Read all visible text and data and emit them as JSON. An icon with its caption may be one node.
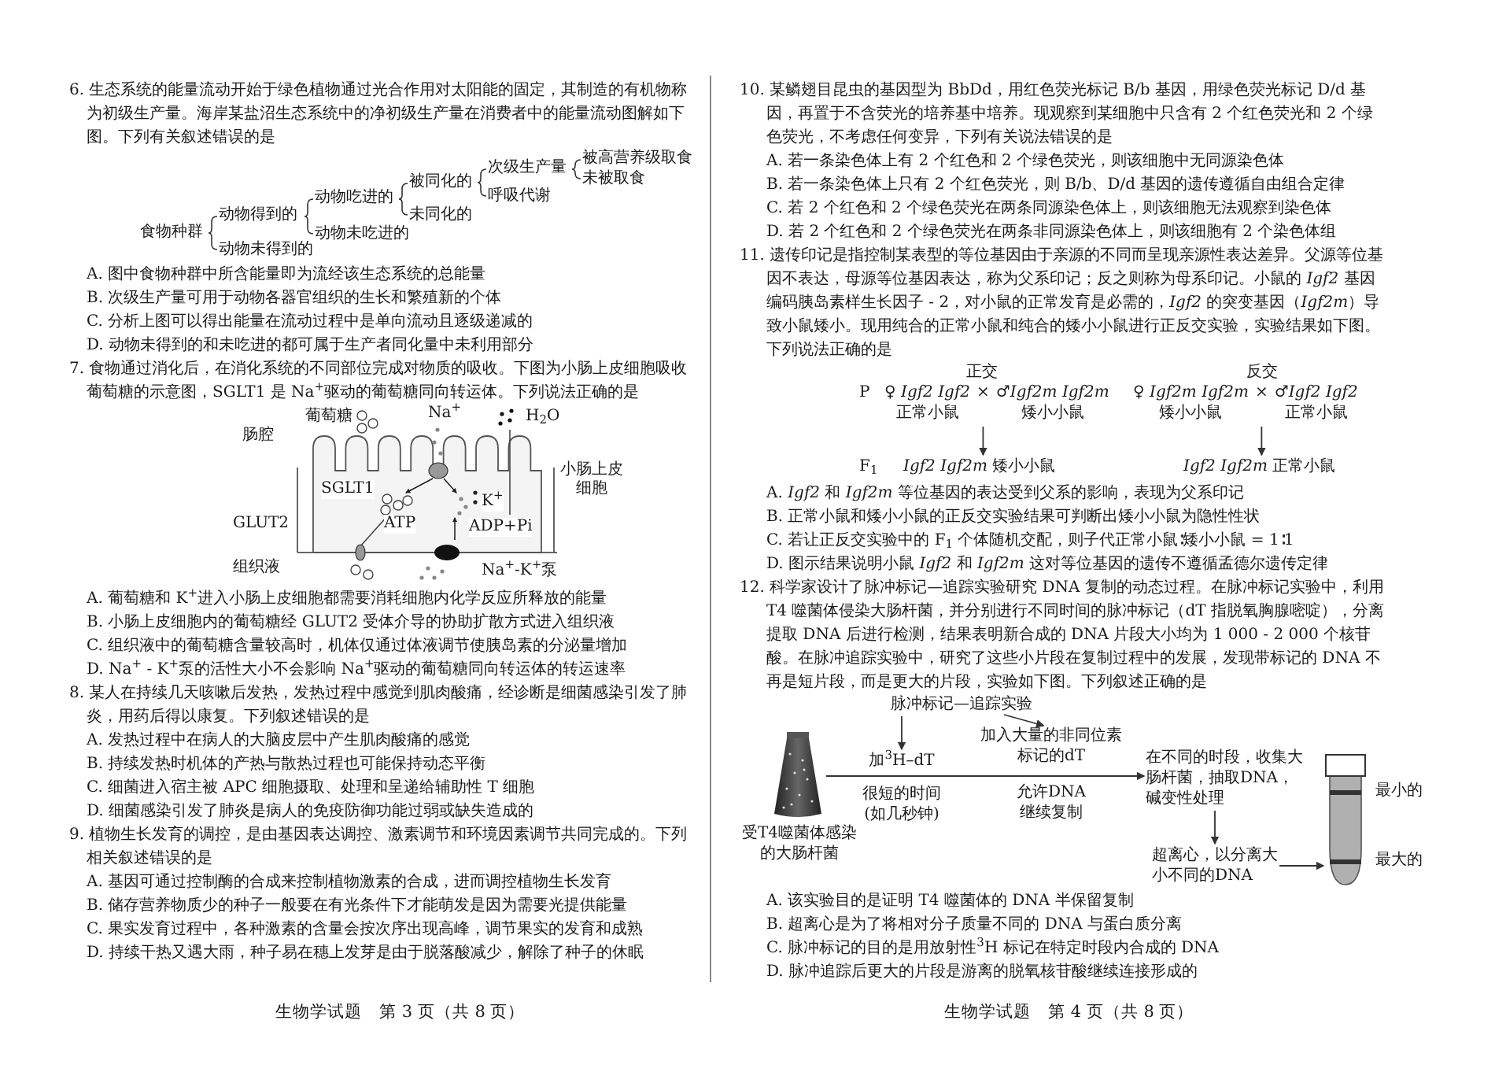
{
  "diagram": {
    "nodes": [
      {
        "text": [
          "♀ *Igf2 Igf2*",
          "正常小鼠",
          "×",
          "♂*Igf2m Igf2m*",
          "矮小小鼠"
        ]
      },
      {
        "text": [
          "*Igf2 Igf2m* 矮小小鼠"
        ]
      },
      {
        "text": [
          "♀ *Igf2m Igf2m*",
          "矮小小鼠",
          "×",
          "♂*Igf2 Igf2*",
          "正常小鼠"
        ]
      },
      {
        "text": [
          "*Igf2 Igf2m* 正常小鼠"
        ]
      },
      {
        "text": [
          "脉冲标记—追踪实验"
        ]
      },
      {
        "text": [],
        "shape": "picture",
        "beside": [
          "受T4噬菌体感染的大肠杆菌"
        ]
      },
      {
        "text": [
          "加$^{3}$H–dT",
          "很短的时间(如几秒钟)"
        ]
      },
      {
        "text": [
          "加入大量的非同位素标记的dT",
          "允许DNA继续复制"
        ]
      },
      {
        "text": [
          "在不同的时段，收集大肠杆菌，抽取DNA，碱变性处理"
        ]
      },
      {
        "text": [
          "超离心，以分离大小不同的DNA"
        ]
      },
      {
        "text": [],
        "shape": "picture",
        "beside": [
          "最小的",
          "最大的"
        ]
      }
    ],
    "edges": [
      {
        "from": 0,
        "to": 1,
        "arrow": "to"
      },
      {
        "from": 2,
        "to": 3,
        "arrow": "to"
      },
      {
        "from": 4,
        "to": 6,
        "arrow": "to"
      },
      {
        "from": 4,
        "to": 7,
        "arrow": "to"
      },
      {
        "from": 5,
        "to": 8,
        "arrow": "to"
      },
      {
        "from": 8,
        "to": 9,
        "arrow": "to"
      },
      {
        "from": 9,
        "to": 10,
        "arrow": "to"
      }
    ],
    "labels": [
      "6. 生态系统的能量流动开始于绿色植物通过光合作用对太阳能的固定，其制造的有机物称为初级生产量。海岸某盐沼生态系统中的净初级生产量在消费者中的能量流动图解如下图。下列有关叙述错误的是",
      "食物种群",
      "动物得到的",
      "动物未得到的",
      "动物吃进的",
      "动物未吃进的",
      "被同化的",
      "未同化的",
      "次级生产量",
      "呼吸代谢",
      "被高营养级取食",
      "未被取食",
      "A. 图中食物种群中所含能量即为流经该生态系统的总能量",
      "B. 次级生产量可用于动物各器官组织的生长和繁殖新的个体",
      "C. 分析上图可以得出能量在流动过程中是单向流动且逐级递减的",
      "D. 动物未得到的和未吃进的都可属于生产者同化量中未利用部分",
      "7. 食物通过消化后，在消化系统的不同部位完成对物质的吸收。下图为小肠上皮细胞吸收葡萄糖的示意图，SGLT1 是 Na$^{+}$驱动的葡萄糖同向转运体。下列说法正确的是",
      "Na$^{+}$",
      "肠腔",
      "葡萄糖",
      "H$_{2}$O",
      "SGLT1",
      "小肠上皮细胞",
      "K$^{+}$",
      "GLUT2",
      "ATP",
      "ADP+Pi",
      "组织液",
      "Na$^{+}$-K$^{+}$泵",
      "A. 葡萄糖和 K$^{+}$进入小肠上皮细胞都需要消耗细胞内化学反应所释放的能量",
      "B. 小肠上皮细胞内的葡萄糖经 GLUT2 受体介导的协助扩散方式进入组织液",
      "C. 组织液中的葡萄糖含量较高时，机体仅通过体液调节使胰岛素的分泌量增加",
      "D. Na$^{+}$ - K$^{+}$泵的活性大小不会影响 Na$^{+}$驱动的葡萄糖同向转运体的转运速率",
      "8. 某人在持续几天咳嗽后发热，发热过程中感觉到肌肉酸痛，经诊断是细菌感染引发了肺炎，用药后得以康复。下列叙述错误的是",
      "A. 发热过程中在病人的大脑皮层中产生肌肉酸痛的感觉",
      "B. 持续发热时机体的产热与散热过程也可能保持动态平衡",
      "C. 细菌进入宿主被 APC 细胞摄取、处理和呈递给辅助性 T 细胞",
      "D. 细菌感染引发了肺炎是病人的免疫防御功能过弱或缺失造成的",
      "9. 植物生长发育的调控，是由基因表达调控、激素调节和环境因素调节共同完成的。下列相关叙述错误的是",
      "A. 基因可通过控制酶的合成来控制植物激素的合成，进而调控植物生长发育",
      "B. 储存营养物质少的种子一般要在有光条件下才能萌发是因为需要光提供能量",
      "C. 果实发育过程中，各种激素的含量会按次序出现高峰，调节果实的发育和成熟",
      "D. 持续干热又遇大雨，种子易在穗上发芽是由于脱落酸减少，解除了种子的休眠",
      "生物学试题　第 3 页（共 8 页）",
      "10. 某鳞翅目昆虫的基因型为 BbDd，用红色荧光标记 B/b 基因，用绿色荧光标记 D/d 基因，再置于不含荧光的培养基中培养。现观察到某细胞中只含有 2 个红色荧光和 2 个绿色荧光，不考虑任何变异，下列有关说法错误的是",
      "A. 若一条染色体上有 2 个红色和 2 个绿色荧光，则该细胞中无同源染色体",
      "B. 若一条染色体上只有 2 个红色荧光，则 B/b、D/d 基因的遗传遵循自由组合定律",
      "C. 若 2 个红色和 2 个绿色荧光在两条同源染色体上，则该细胞无法观察到染色体",
      "D. 若 2 个红色和 2 个绿色荧光在两条非同源染色体上，则该细胞有 2 个染色体组",
      "11. 遗传印记是指控制某表型的等位基因由于亲源的不同而呈现亲源性表达差异。父源等位基因不表达，母源等位基因表达，称为父系印记；反之则称为母系印记。小鼠的 *Igf2* 基因编码胰岛素样生长因子 - 2，对小鼠的正常发育是必需的，*Igf2* 的突变基因（*Igf2m*）导致小鼠矮小。现用纯合的正常小鼠和纯合的矮小小鼠进行正反交实验，实验结果如下图。下列说法正确的是",
      "正交",
      "反交",
      "P",
      "F$_{1}$",
      "A. *Igf2* 和 *Igf2m* 等位基因的表达受到父系的影响，表现为父系印记",
      "B. 正常小鼠和矮小小鼠的正反交实验结果可判断出矮小小鼠为隐性性状",
      "C. 若让正反交实验中的 F$_{1}$ 个体随机交配，则子代正常小鼠∶矮小小鼠 = 1∶1",
      "D. 图示结果说明小鼠 *Igf2* 和 *Igf2m* 这对等位基因的遗传不遵循孟德尔遗传定律",
      "12. 科学家设计了脉冲标记—追踪实验研究 DNA 复制的动态过程。在脉冲标记实验中，利用 T4 噬菌体侵染大肠杆菌，并分别进行不同时间的脉冲标记（dT 指脱氧胸腺嘧啶），分离提取 DNA 后进行检测，结果表明新合成的 DNA 片段大小均为 1 000 - 2 000 个核苷酸。在脉冲追踪实验中，研究了这些小片段在复制过程中的发展，发现带标记的 DNA 不再是短片段，而是更大的片段，实验如下图。下列叙述正确的是",
      "A. 该实验目的是证明 T4 噬菌体的 DNA 半保留复制",
      "B. 超离心是为了将相对分子质量不同的 DNA 与蛋白质分离",
      "C. 脉冲标记的目的是用放射性$^{3}$H 标记在特定时段内合成的 DNA",
      "D. 脉冲追踪后更大的片段是游离的脱氧核苷酸继续连接形成的",
      "生物学试题　第 4 页（共 8 页）"
    ]
  }
}
